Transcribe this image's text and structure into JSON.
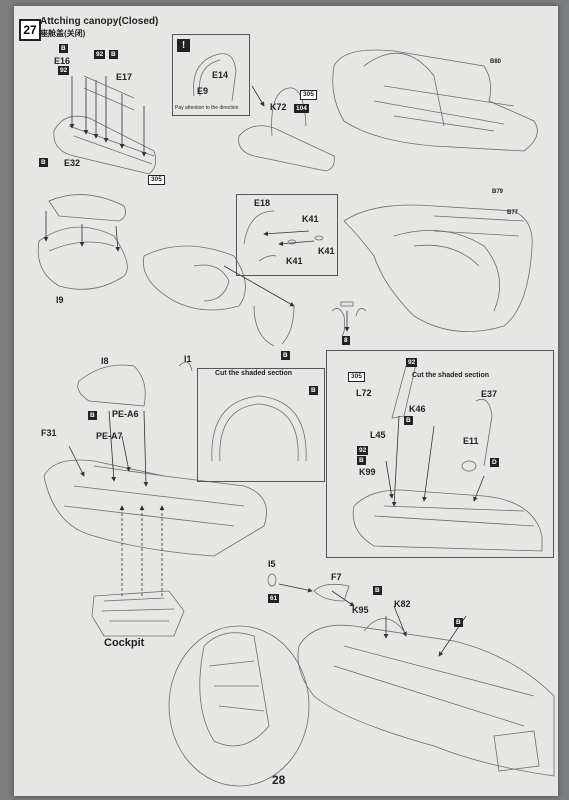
{
  "step": {
    "number": "27",
    "title": "Attching canopy(Closed)",
    "subtitle": "座舱盖(关闭)"
  },
  "notice": {
    "icon": "!",
    "text": "Pay attention to the direction"
  },
  "labels": {
    "e16": "E16",
    "e17": "E17",
    "e32": "E32",
    "e14": "E14",
    "e9": "E9",
    "k72": "K72",
    "b80": "B80",
    "b79": "B79",
    "b77": "B77",
    "e18": "E18",
    "k41a": "K41",
    "k41b": "K41",
    "k41c": "K41",
    "i9": "I9",
    "i8": "I8",
    "i1": "I1",
    "f31": "F31",
    "pea6": "PE-A6",
    "pea7": "PE-A7",
    "cut1": "Cut the shaded section",
    "cut2": "Cut the shaded section",
    "l72": "L72",
    "k46": "K46",
    "e37": "E37",
    "l45": "L45",
    "e11": "E11",
    "k99": "K99",
    "i5": "I5",
    "f7": "F7",
    "k95": "K95",
    "k82": "K82",
    "cockpit": "Cockpit"
  },
  "tags": {
    "b": "B",
    "d": "D",
    "n92": "92",
    "n305": "305",
    "n104": "104",
    "n61": "61",
    "n8": "8"
  },
  "page_number": "28"
}
